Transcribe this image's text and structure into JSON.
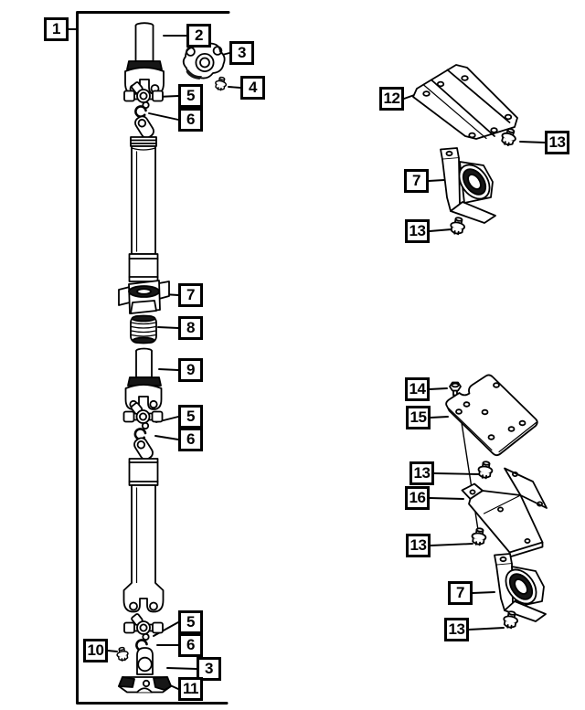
{
  "figure": {
    "kind": "exploded-parts-diagram",
    "subject": "drive shaft assembly with center bearings and mounting brackets",
    "background_color": "#ffffff",
    "line_color": "#000000"
  },
  "callouts": [
    {
      "label": "1"
    },
    {
      "label": "2"
    },
    {
      "label": "3"
    },
    {
      "label": "4"
    },
    {
      "label": "5"
    },
    {
      "label": "6"
    },
    {
      "label": "7"
    },
    {
      "label": "8"
    },
    {
      "label": "9"
    },
    {
      "label": "5"
    },
    {
      "label": "6"
    },
    {
      "label": "5"
    },
    {
      "label": "6"
    },
    {
      "label": "10"
    },
    {
      "label": "3"
    },
    {
      "label": "11"
    },
    {
      "label": "12"
    },
    {
      "label": "13"
    },
    {
      "label": "7"
    },
    {
      "label": "13"
    },
    {
      "label": "14"
    },
    {
      "label": "15"
    },
    {
      "label": "13"
    },
    {
      "label": "16"
    },
    {
      "label": "13"
    },
    {
      "label": "7"
    },
    {
      "label": "13"
    }
  ]
}
